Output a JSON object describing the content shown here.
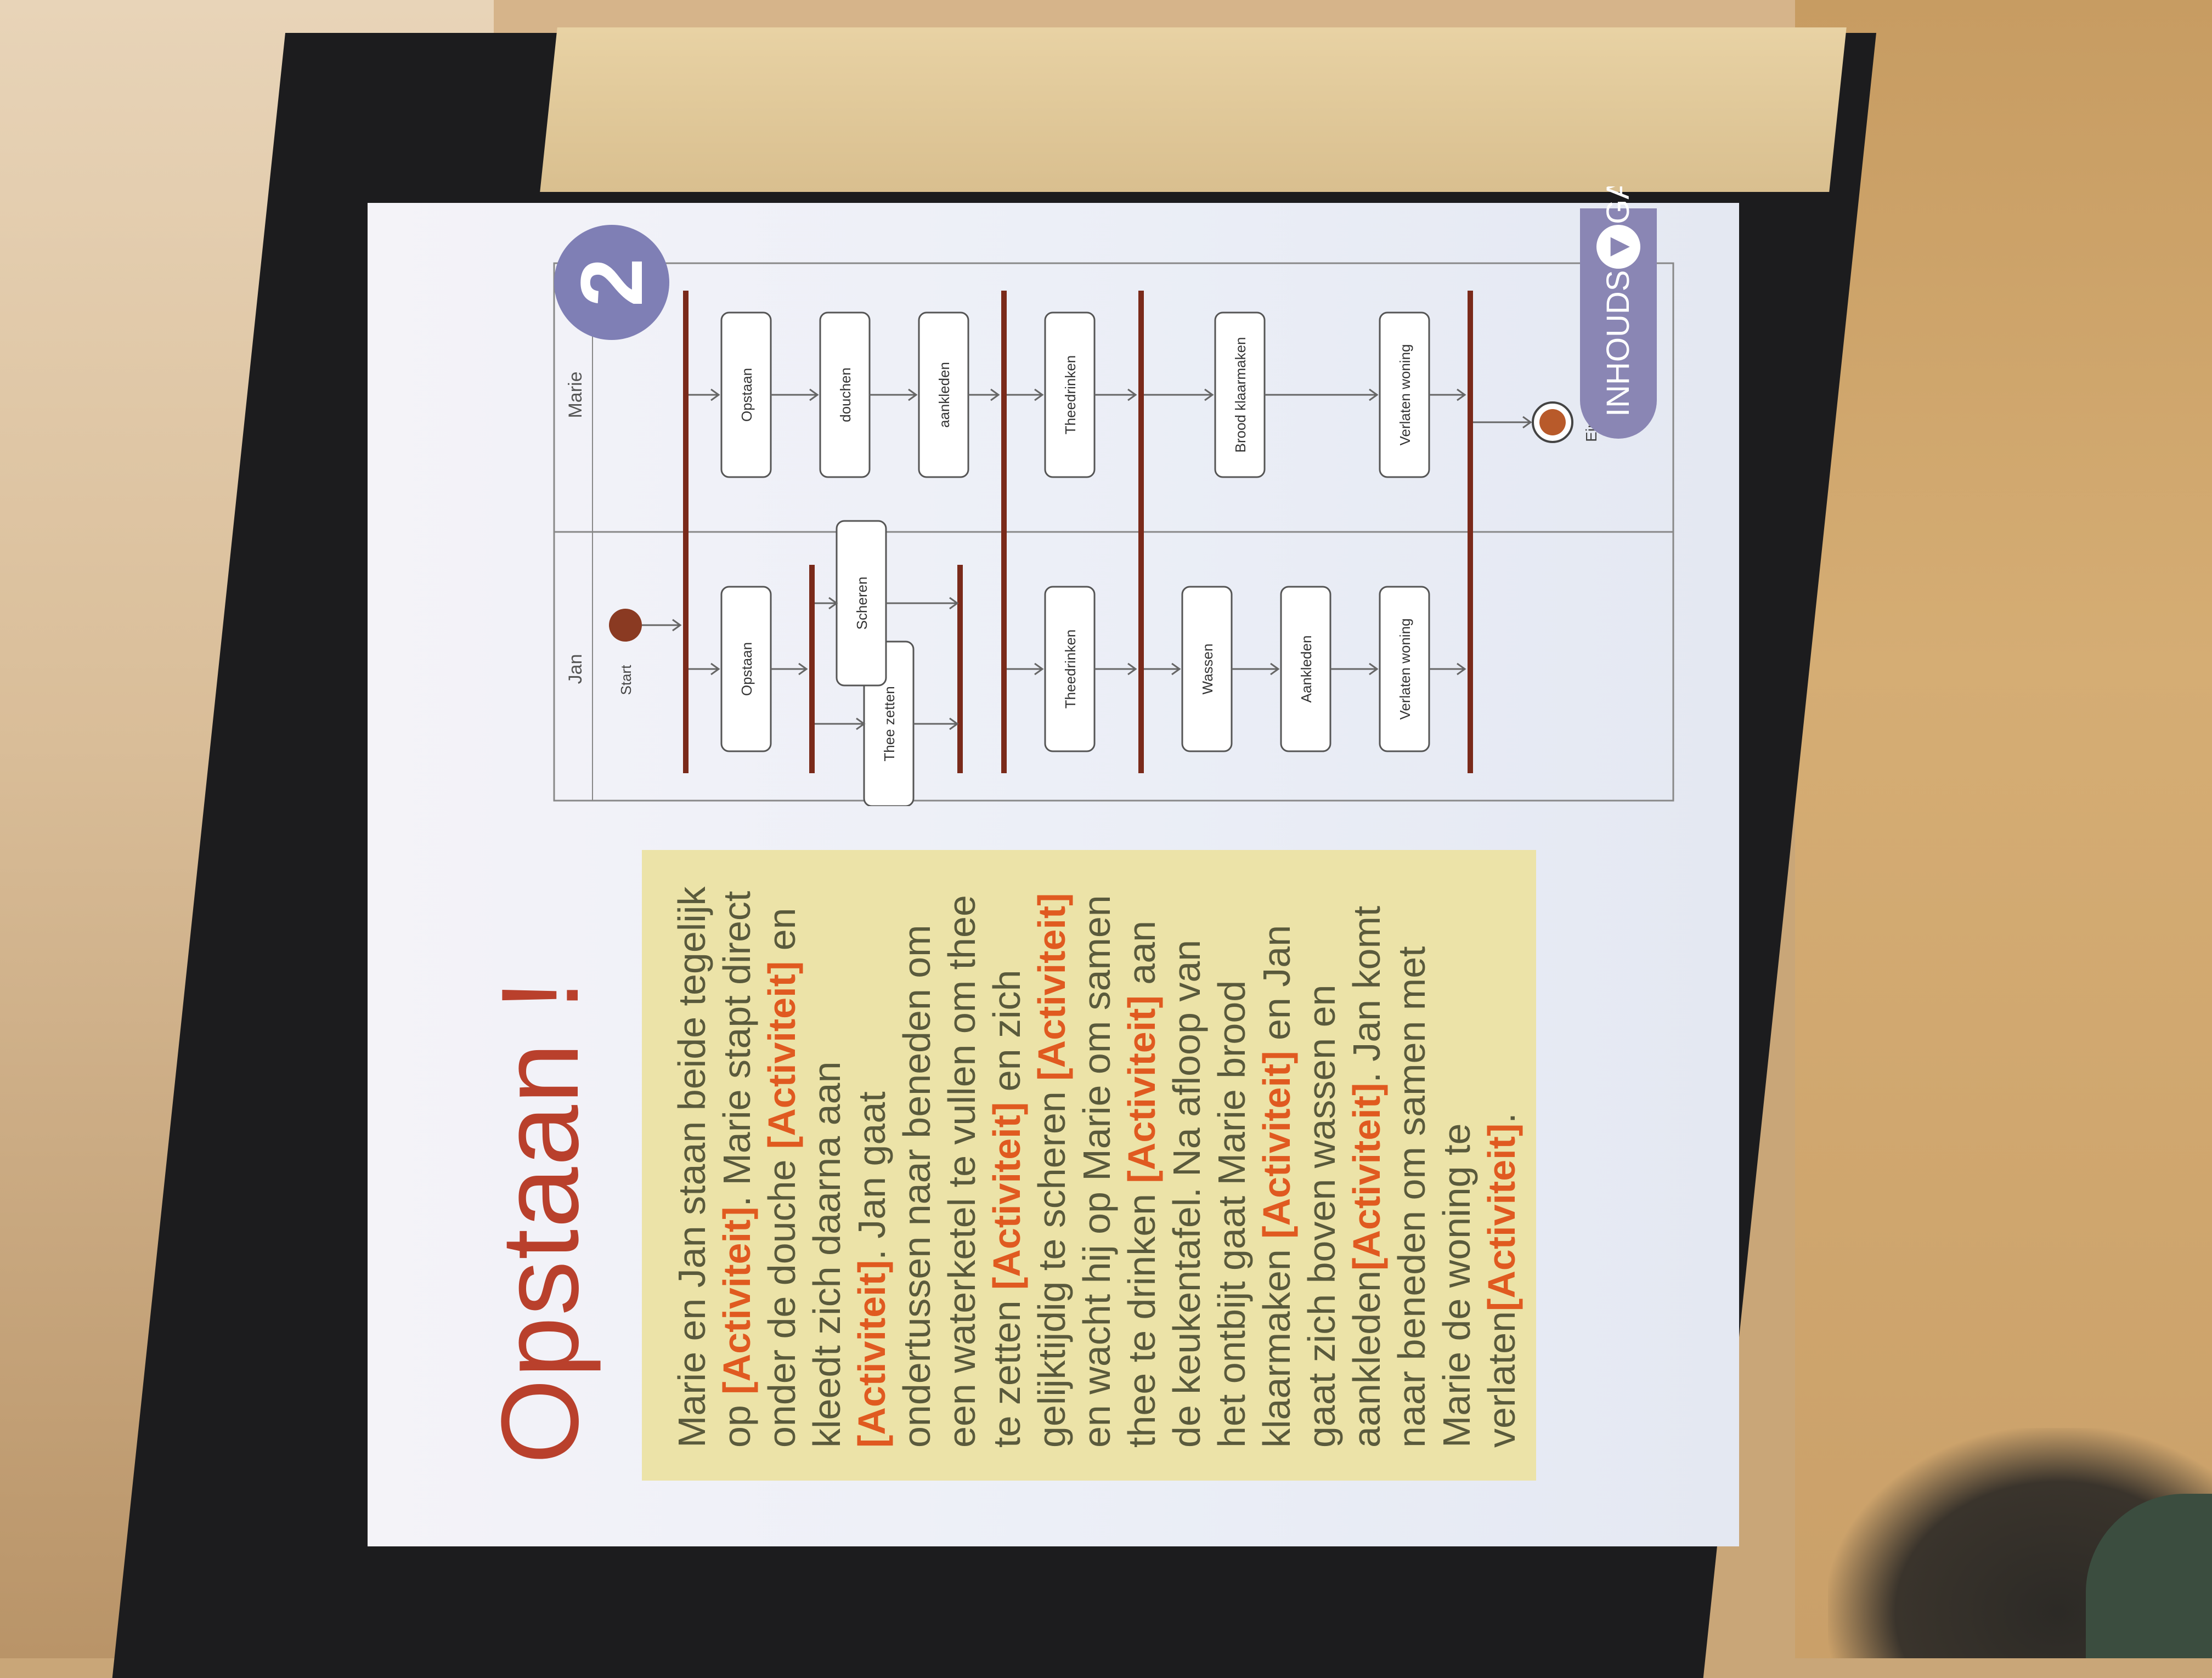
{
  "slide": {
    "title": "Opstaan !",
    "badge_number": "2",
    "toc_button_label": "INHOUDSOPGAVE",
    "story": [
      {
        "t": "Marie en Jan staan beide tegelijk op "
      },
      {
        "t": "[Activiteit]",
        "act": true
      },
      {
        "t": ". Marie stapt direct onder de douche "
      },
      {
        "t": "[Activiteit]",
        "act": true
      },
      {
        "t": " en kleedt zich daarna aan "
      },
      {
        "t": "[Activiteit]",
        "act": true
      },
      {
        "t": ". Jan gaat ondertussen naar beneden om een waterketel te vullen om thee te zetten "
      },
      {
        "t": "[Activiteit]",
        "act": true
      },
      {
        "t": " en zich gelijktijdig te scheren "
      },
      {
        "t": "[Activiteit]",
        "act": true
      },
      {
        "t": " en wacht hij op Marie om samen thee te drinken "
      },
      {
        "t": "[Activiteit]",
        "act": true
      },
      {
        "t": " aan de keukentafel. Na afloop van het ontbijt gaat Marie brood klaarmaken "
      },
      {
        "t": "[Activiteit]",
        "act": true
      },
      {
        "t": " en Jan gaat zich boven wassen en aankleden"
      },
      {
        "t": "[Activiteit]",
        "act": true
      },
      {
        "t": ". Jan komt naar beneden om samen met Marie de woning te verlaten"
      },
      {
        "t": "[Activiteit]",
        "act": true
      },
      {
        "t": "."
      }
    ]
  },
  "diagram": {
    "lanes": [
      "Jan",
      "Marie"
    ],
    "start_label": "Start",
    "end_label": "Einde",
    "jan_nodes": [
      "Opstaan",
      "Thee zetten",
      "Scheren",
      "Theedrinken",
      "Wassen",
      "Aankleden",
      "Verlaten woning"
    ],
    "marie_nodes": [
      "Opstaan",
      "douchen",
      "aankleden",
      "Theedrinken",
      "Brood klaarmaken",
      "Verlaten woning"
    ],
    "colors": {
      "bar": "#7a2a1a",
      "node_border": "#555555",
      "start_fill": "#8a3a22",
      "end_fill": "#b85a2a"
    }
  }
}
